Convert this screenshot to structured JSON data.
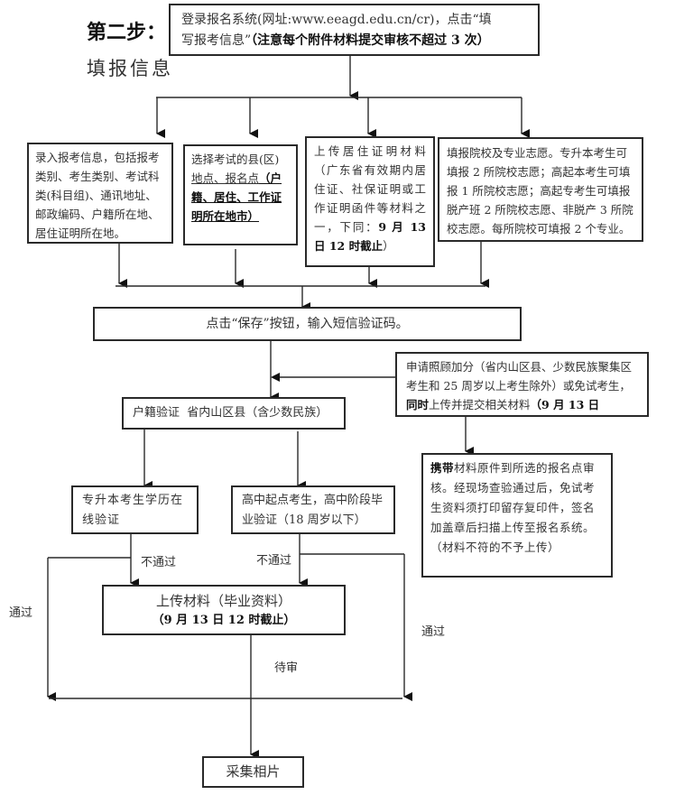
{
  "header": {
    "step": "第二步：",
    "subtitle": "填报信息"
  },
  "login_box": {
    "line1": "登录报名系统(网址:www.eeagd.edu.cn/cr)，点击“填",
    "line2_normal": "写报考信息”",
    "line2_bold": "（注意每个附件材料提交审核不超过 3 次）"
  },
  "info_box": {
    "text": "录入报考信息，包括报考类别、考生类别、考试科类(科目组)、通讯地址、邮政编码、户籍所在地、居住证明所在地。"
  },
  "county_box": {
    "text_normal": "选择考试的县(区)",
    "text_underline": "地点、报名点",
    "text_bold_underline": "（户籍、居住、工作证明所在地市）"
  },
  "residence_box": {
    "text_normal": "上传居住证明材料（广东省有效期内居住证、社保证明或工作证明函件等材料之一，下同：",
    "text_bold": "9 月 13 日 12 时截止",
    "text_end": "）"
  },
  "school_box": {
    "text": "填报院校及专业志愿。专升本考生可填报 2 所院校志愿；高起本考生可填报 1 所院校志愿；高起专考生可填报脱产班 2 所院校志愿、非脱产 3 所院校志愿。每所院校可填报 2 个专业。"
  },
  "save_box": {
    "text": "点击“保存”按钮，输入短信验证码。"
  },
  "bonus_box": {
    "text_normal": "申请照顾加分（省内山区县、少数民族聚集区考生和 25 周岁以上考生除外）或免试考生，",
    "text_bold1": "同时",
    "text_mid": "上传并提交相关材料",
    "text_bold2": "（9 月 13 日"
  },
  "hukou_box": {
    "text": "户籍验证  省内山区县（含少数民族）"
  },
  "carry_box": {
    "text_bold": "携带",
    "text": "材料原件到所选的报名点审核。经现场查验通过后，免试考生资料须打印留存复印件，签名加盖章后扫描上传至报名系统。（材料不符的不予上传）"
  },
  "zsb_box": {
    "text": "专升本考生学历在线验证"
  },
  "gz_box": {
    "text": "高中起点考生，高中阶段毕业验证（18 周岁以下）"
  },
  "upload_box": {
    "line1": "上传材料（毕业资料）",
    "line2": "（9 月 13 日 12 时截止）"
  },
  "labels": {
    "fail_left": "不通过",
    "fail_right": "不通过",
    "pass_left": "通过",
    "pass_right": "通过",
    "pending": "待审"
  },
  "photo_box": {
    "text": "采集相片"
  },
  "colors": {
    "line": "#2a2a2a",
    "text": "#333333"
  }
}
